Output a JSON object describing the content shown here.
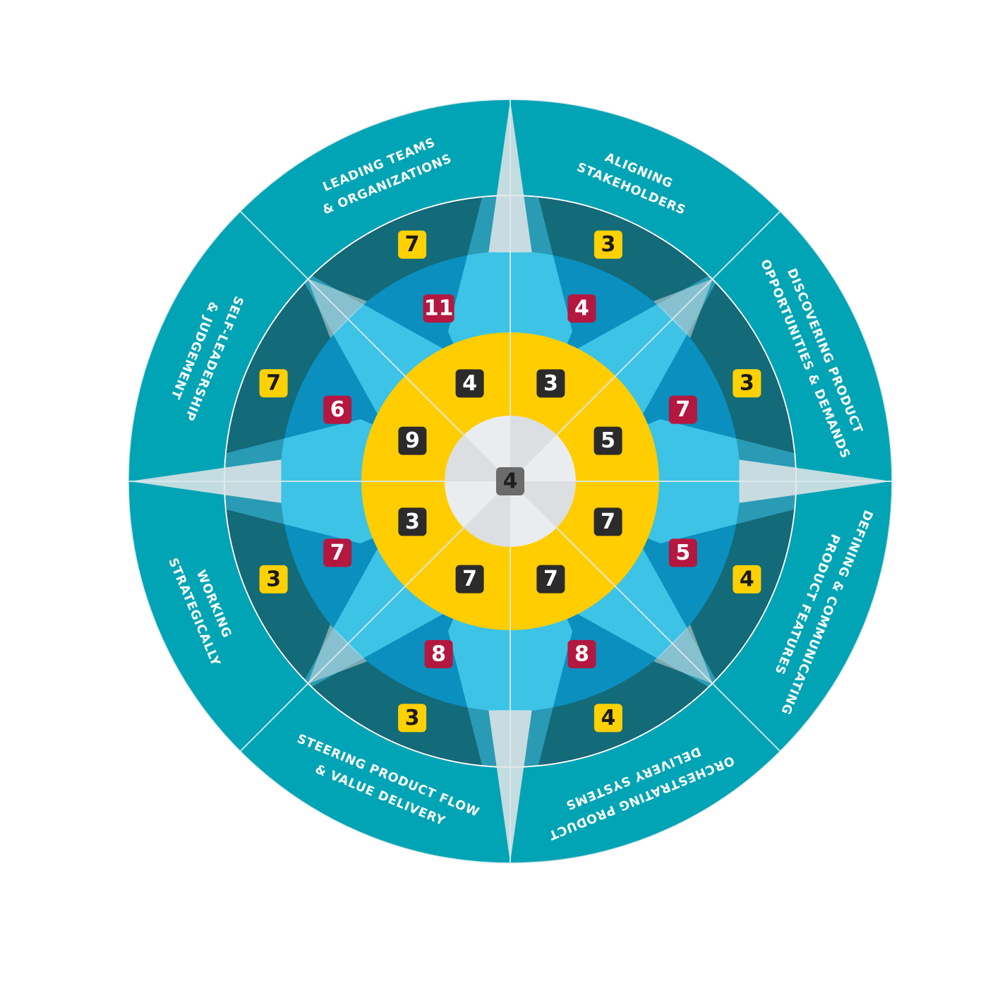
{
  "colors": {
    "outer_ring": "#00a4b4",
    "outer_divider": "#dbe9ee",
    "ring_dark_teal": "#136a79",
    "ring_dark_outline": "#1d2b45",
    "ring_mid_blue": "#0a8fbf",
    "star_light_blue": "#3cc3e6",
    "star_tip": "#e4e6e8",
    "yellow_ring": "#ffcd00",
    "center_light": "#eaedef",
    "center_shade": "#dcdfe2",
    "badge_yellow": "#ffd100",
    "badge_red": "#b4173f",
    "badge_dark": "#2b2b2b",
    "badge_gray": "#6b6b6b"
  },
  "segments": [
    {
      "id": "aligning",
      "lines": [
        "ALIGNING",
        "STAKEHOLDERS"
      ]
    },
    {
      "id": "discovering",
      "lines": [
        "DISCOVERING PRODUCT",
        "OPPORTUNITIES & DEMANDS"
      ]
    },
    {
      "id": "defining",
      "lines": [
        "DEFINING & COMMUNICATING",
        "PRODUCT FEATURES"
      ]
    },
    {
      "id": "orchestrating",
      "lines": [
        "ORCHESTRATING PRODUCT",
        "DELIVERY SYSTEMS"
      ]
    },
    {
      "id": "steering",
      "lines": [
        "STEERING PRODUCT FLOW",
        "& VALUE DELIVERY"
      ]
    },
    {
      "id": "working",
      "lines": [
        "WORKING",
        "STRATEGICALLY"
      ]
    },
    {
      "id": "self-leadership",
      "lines": [
        "SELF-LEADERSHIP",
        "& JUDGEMENT"
      ]
    },
    {
      "id": "leading",
      "lines": [
        "LEADING TEAMS",
        "& ORGANIZATIONS"
      ]
    }
  ],
  "scores": {
    "outer_yellow": [
      "3",
      "3",
      "4",
      "4",
      "3",
      "3",
      "7",
      "7"
    ],
    "middle_red": [
      "4",
      "7",
      "5",
      "8",
      "8",
      "7",
      "6",
      "11"
    ],
    "inner_dark": [
      "3",
      "5",
      "7",
      "7",
      "7",
      "3",
      "9",
      "4"
    ],
    "center": "4"
  }
}
